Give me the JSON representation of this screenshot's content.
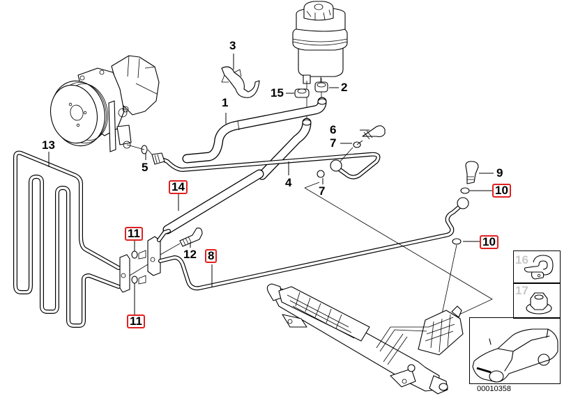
{
  "diagram": {
    "title": "Power steering oil pipes / hydraulic lines exploded parts diagram",
    "drawing_number": "00010358",
    "highlight_color": "#e02020",
    "callouts": [
      {
        "id": "c1",
        "text": "1",
        "highlighted": false
      },
      {
        "id": "c2",
        "text": "2",
        "highlighted": false
      },
      {
        "id": "c3",
        "text": "3",
        "highlighted": false
      },
      {
        "id": "c4",
        "text": "4",
        "highlighted": false
      },
      {
        "id": "c5",
        "text": "5",
        "highlighted": false
      },
      {
        "id": "c6",
        "text": "6",
        "highlighted": false
      },
      {
        "id": "c7a",
        "text": "7",
        "highlighted": false
      },
      {
        "id": "c7b",
        "text": "7",
        "highlighted": false
      },
      {
        "id": "c8",
        "text": "8",
        "highlighted": true
      },
      {
        "id": "c9",
        "text": "9",
        "highlighted": false
      },
      {
        "id": "c10a",
        "text": "10",
        "highlighted": true
      },
      {
        "id": "c10b",
        "text": "10",
        "highlighted": true
      },
      {
        "id": "c11a",
        "text": "11",
        "highlighted": true
      },
      {
        "id": "c11b",
        "text": "11",
        "highlighted": true
      },
      {
        "id": "c12",
        "text": "12",
        "highlighted": false
      },
      {
        "id": "c13",
        "text": "13",
        "highlighted": false
      },
      {
        "id": "c14",
        "text": "14",
        "highlighted": true
      },
      {
        "id": "c15",
        "text": "15",
        "highlighted": false
      },
      {
        "id": "c16",
        "text": "16",
        "highlighted": false,
        "inset": true
      },
      {
        "id": "c17",
        "text": "17",
        "highlighted": false,
        "inset": true
      }
    ],
    "components": [
      "power-steering-pump",
      "fluid-reservoir",
      "suction-hose",
      "pressure-pipe",
      "oil-cooler-coil",
      "return-pipe",
      "steering-rack",
      "hose-clamp",
      "banjo-bolt",
      "sealing-washer",
      "pipe-clamp",
      "flange-nut",
      "vehicle-locator"
    ]
  }
}
